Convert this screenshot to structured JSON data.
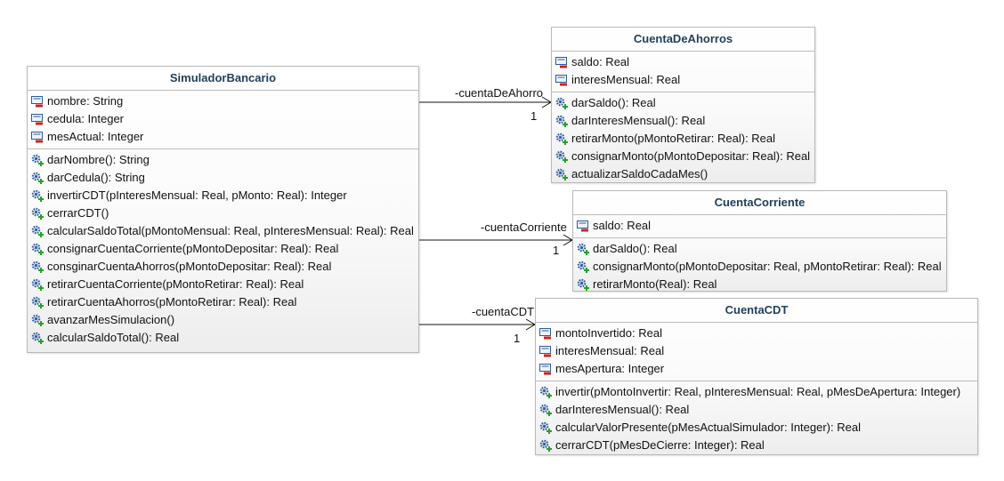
{
  "icons": {
    "attribute": "private-attribute-icon",
    "operation": "public-operation-icon"
  },
  "colors": {
    "title": "#1f3f5b",
    "attribute_minus": "#cc2222",
    "operation_plus": "#23a323",
    "gear": "#2b5c9e"
  },
  "simulador": {
    "title": "SimuladorBancario",
    "attributes": [
      "nombre: String",
      "cedula: Integer",
      "mesActual: Integer"
    ],
    "operations": [
      "darNombre(): String",
      "darCedula(): String",
      "invertirCDT(pInteresMensual: Real, pMonto: Real): Integer",
      "cerrarCDT()",
      "calcularSaldoTotal(pMontoMensual: Real, pInteresMensual: Real): Real",
      "consignarCuentaCorriente(pMontoDepositar: Real): Real",
      "consginarCuentaAhorros(pMontoDepositar: Real): Real",
      "retirarCuentaCorriente(pMontoRetirar: Real): Real",
      "retirarCuentaAhorros(pMontoRetirar: Real): Real",
      "avanzarMesSimulacion()",
      "calcularSaldoTotal(): Real"
    ]
  },
  "ahorros": {
    "title": "CuentaDeAhorros",
    "attributes": [
      "saldo: Real",
      "interesMensual: Real"
    ],
    "operations": [
      "darSaldo(): Real",
      "darInteresMensual(): Real",
      "retirarMonto(pMontoRetirar: Real): Real",
      "consignarMonto(pMontoDepositar: Real): Real",
      "actualizarSaldoCadaMes()"
    ]
  },
  "corriente": {
    "title": "CuentaCorriente",
    "attributes": [
      "saldo: Real"
    ],
    "operations": [
      "darSaldo(): Real",
      "consignarMonto(pMontoDepositar: Real, pMontoRetirar: Real): Real",
      "retirarMonto(Real): Real"
    ]
  },
  "cdt": {
    "title": "CuentaCDT",
    "attributes": [
      "montoInvertido: Real",
      "interesMensual: Real",
      "mesApertura: Integer"
    ],
    "operations": [
      "invertir(pMontoInvertir: Real, pInteresMensual: Real, pMesDeApertura: Integer)",
      "darInteresMensual(): Real",
      "calcularValorPresente(pMesActualSimulador: Integer): Real",
      "cerrarCDT(pMesDeCierre: Integer): Real"
    ]
  },
  "associations": {
    "ahorro": {
      "role": "-cuentaDeAhorro",
      "multiplicity": "1"
    },
    "corriente": {
      "role": "-cuentaCorriente",
      "multiplicity": "1"
    },
    "cdt": {
      "role": "-cuentaCDT",
      "multiplicity": "1"
    }
  }
}
